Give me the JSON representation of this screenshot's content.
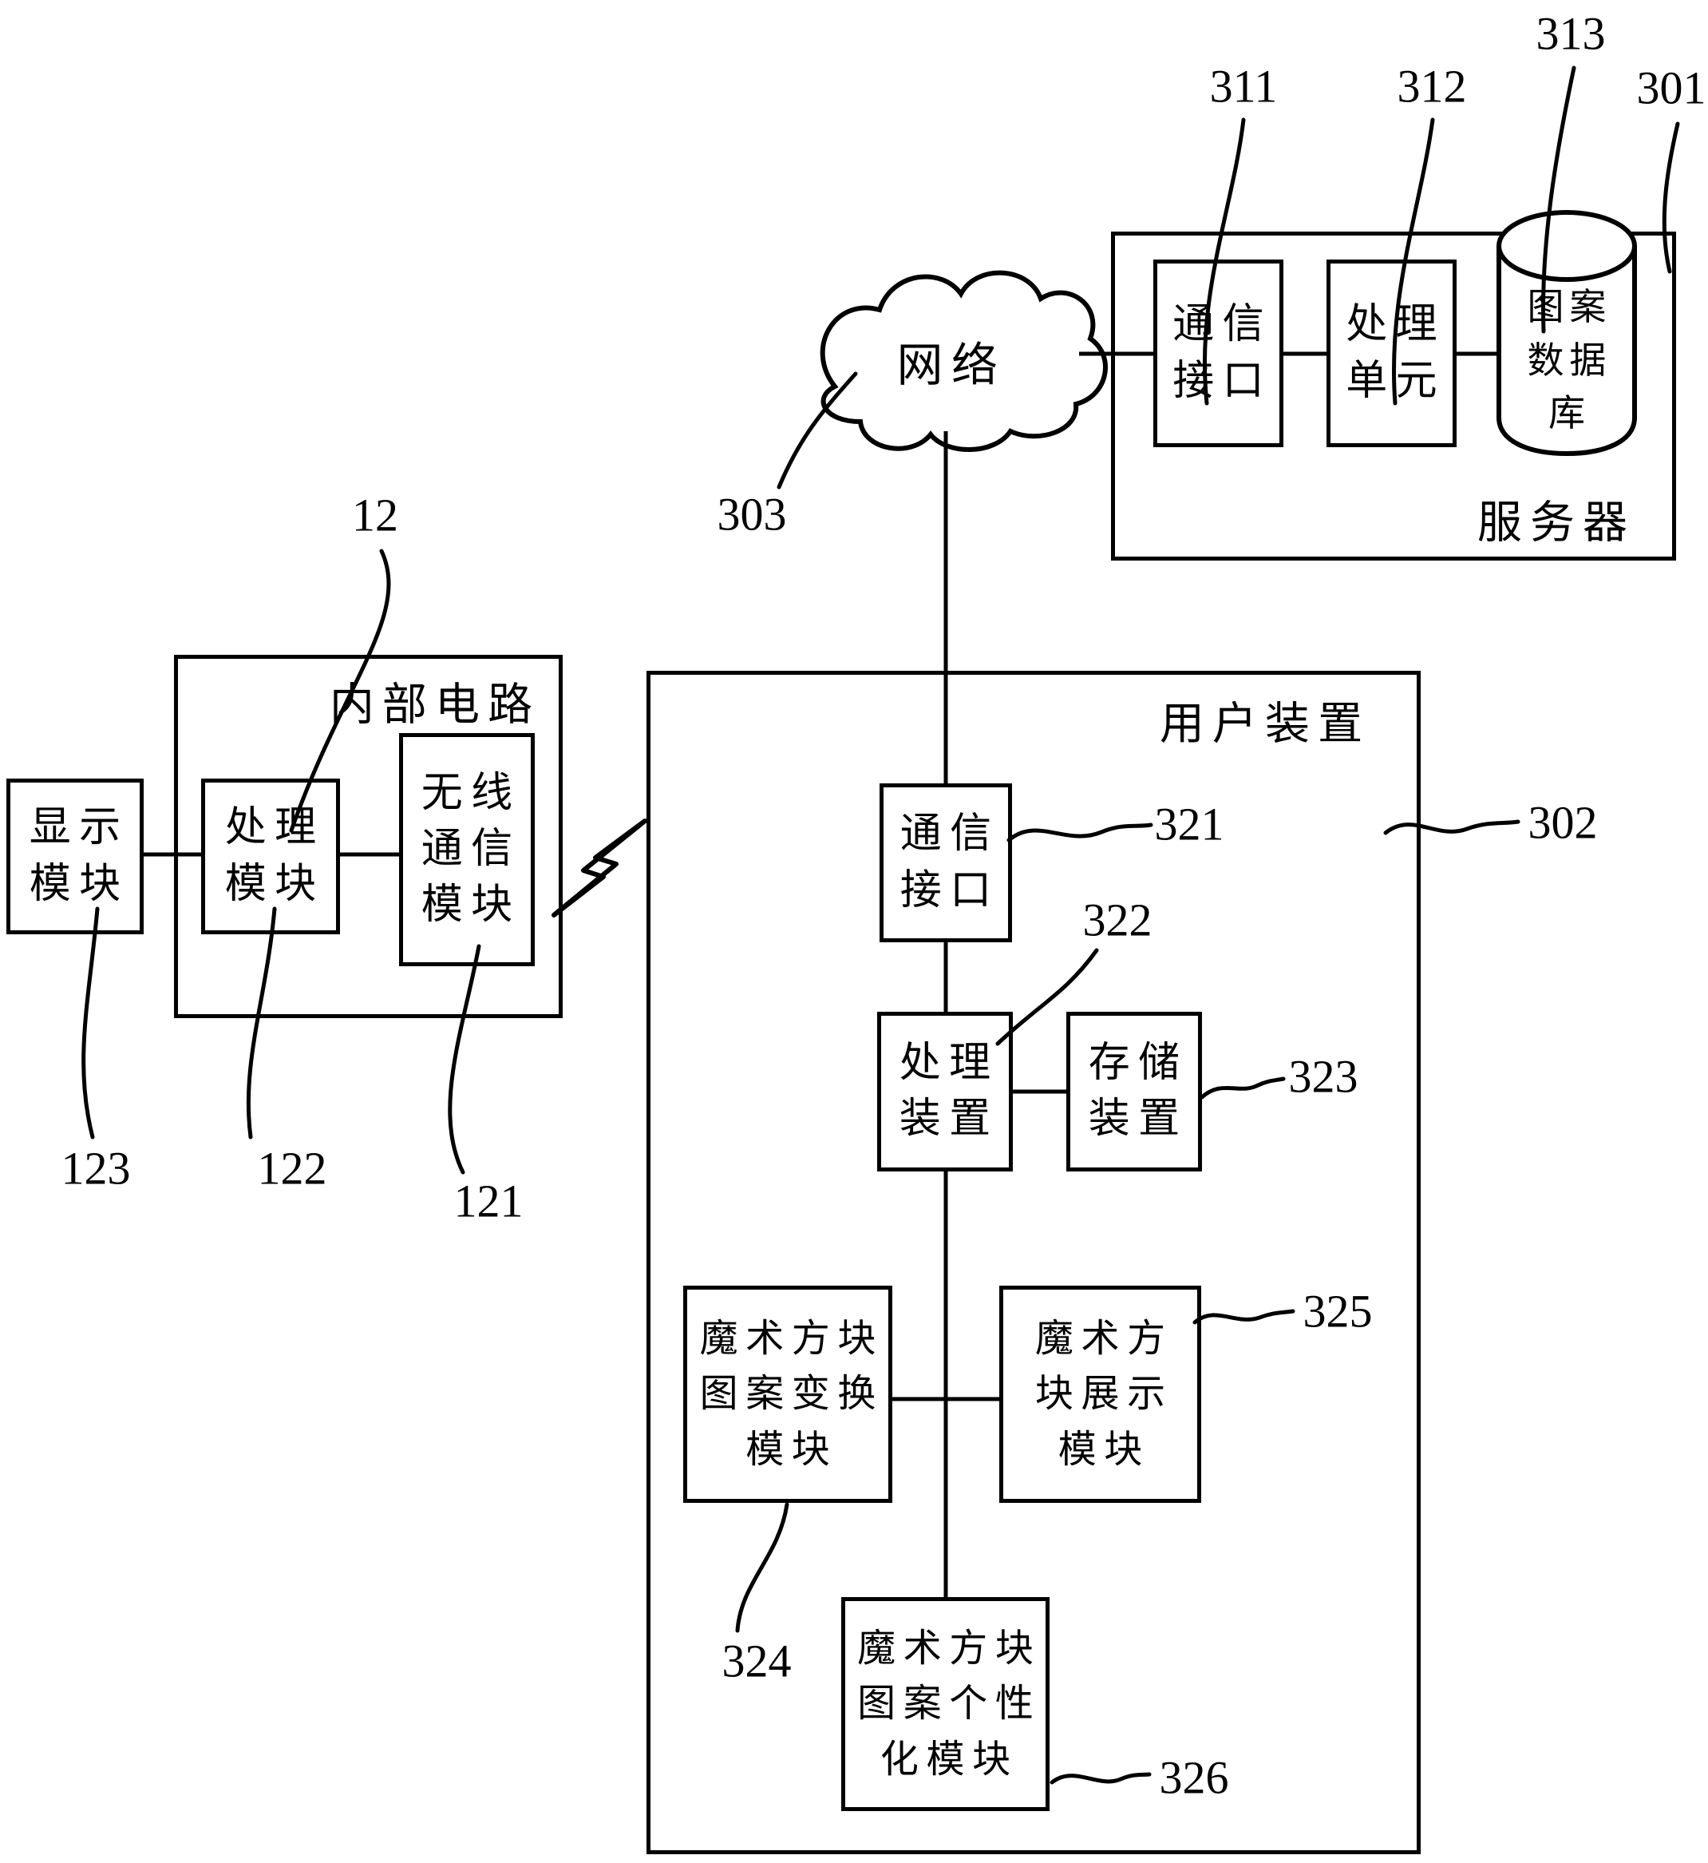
{
  "figure": {
    "colors": {
      "ink": "#000000",
      "paper": "#ffffff"
    }
  },
  "server": {
    "title": "服务器",
    "ref": "301",
    "comm_interface": {
      "lines": [
        "通信",
        "接口"
      ],
      "ref": "311"
    },
    "processing_unit": {
      "lines": [
        "处理",
        "单元"
      ],
      "ref": "312"
    },
    "pattern_database": {
      "lines": [
        "图案",
        "数据",
        "库"
      ],
      "ref": "313"
    }
  },
  "network": {
    "label": "网络",
    "ref": "303"
  },
  "internal_circuit": {
    "title": "内部电路",
    "ref": "12",
    "display_module": {
      "lines": [
        "显示",
        "模块"
      ],
      "ref": "123"
    },
    "processing_module": {
      "lines": [
        "处理",
        "模块"
      ],
      "ref": "122"
    },
    "wireless_module": {
      "lines": [
        "无线",
        "通信",
        "模块"
      ],
      "ref": "121"
    }
  },
  "user_device": {
    "title": "用户装置",
    "ref": "302",
    "comm_interface": {
      "lines": [
        "通信",
        "接口"
      ],
      "ref": "321"
    },
    "processing_device": {
      "lines": [
        "处理",
        "装置"
      ],
      "ref": "322"
    },
    "storage_device": {
      "lines": [
        "存储",
        "装置"
      ],
      "ref": "323"
    },
    "cube_pattern_transform_module": {
      "lines": [
        "魔术方块",
        "图案变换",
        "模块"
      ],
      "ref": "324"
    },
    "cube_display_module": {
      "lines": [
        "魔术方",
        "块展示",
        "模块"
      ],
      "ref": "325"
    },
    "cube_pattern_personalization_module": {
      "lines": [
        "魔术方块",
        "图案个性",
        "化模块"
      ],
      "ref": "326"
    }
  }
}
